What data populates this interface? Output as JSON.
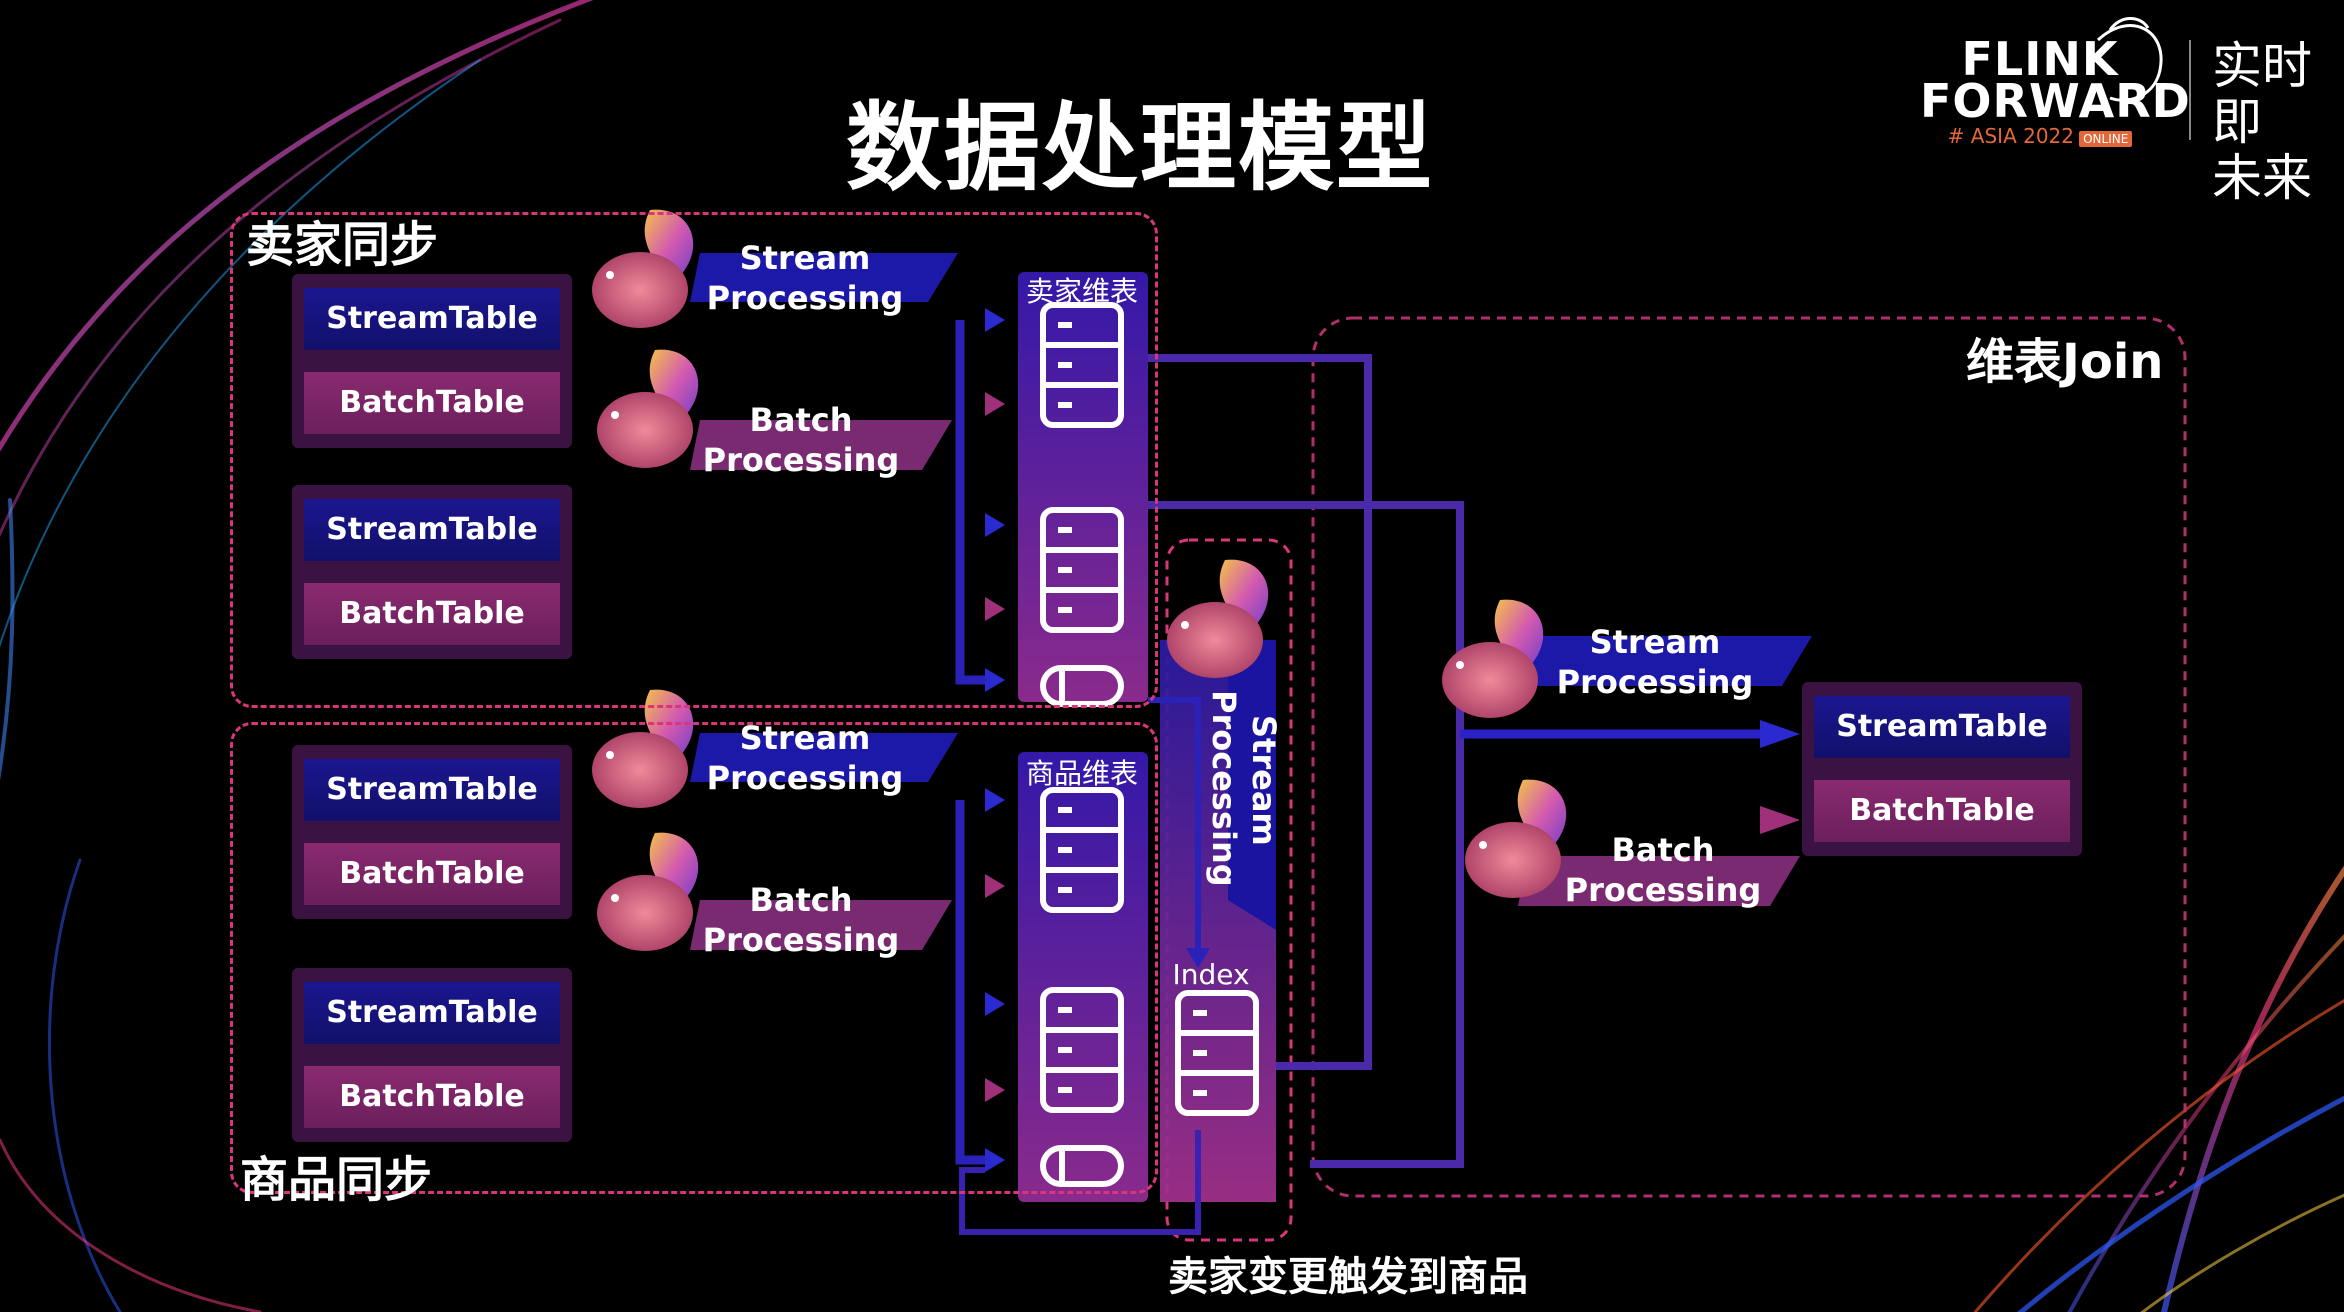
{
  "title": "数据处理模型",
  "logo": {
    "line1": "FLINK",
    "line2": "FORWARD",
    "event": "# ASIA 2022",
    "badge": "ONLINE",
    "slogan1": "实时即",
    "slogan2": "未来"
  },
  "regions": {
    "seller_sync": "卖家同步",
    "product_sync": "商品同步",
    "dim_join": "维表Join"
  },
  "tables": {
    "stream": "StreamTable",
    "batch": "BatchTable"
  },
  "processing": {
    "stream_1": "Stream",
    "stream_2": "Processing",
    "batch_1": "Batch",
    "batch_2": "Processing"
  },
  "stores": {
    "seller_dim": "卖家维表",
    "product_dim": "商品维表",
    "index": "Index"
  },
  "vertical_label": "Stream Processing",
  "bottom_label": "卖家变更触发到商品",
  "colors": {
    "background": "#000000",
    "stream_blue": "#2a20c0",
    "batch_magenta": "#8a2a70",
    "dashed_pink": "#d8367a"
  },
  "icons": [
    "flink-squirrel-icon",
    "database-icon",
    "cylinder-icon",
    "arrow-icon"
  ]
}
